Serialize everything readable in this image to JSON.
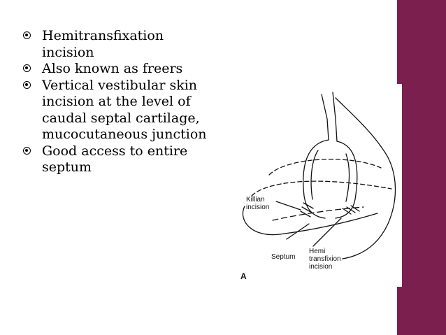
{
  "slide": {
    "accent_color": "#7b1f4f",
    "bullets": [
      {
        "icon": "target-bullet-icon",
        "lines": [
          "Hemitransfixation",
          "incision"
        ]
      },
      {
        "icon": "target-bullet-icon",
        "lines": [
          "Also known as freers"
        ]
      },
      {
        "icon": "target-bullet-icon",
        "lines": [
          "Vertical vestibular skin",
          "incision at the level of",
          "caudal septal cartilage,",
          "mucocutaneous junction"
        ]
      },
      {
        "icon": "target-bullet-icon",
        "lines": [
          "Good access to entire",
          "septum"
        ]
      }
    ]
  },
  "figure": {
    "labels": {
      "killian_line1": "Killian",
      "killian_line2": "incision",
      "septum": "Septum",
      "hemi_line1": "Hemi",
      "hemi_line2": "transfixion",
      "hemi_line3": "incision",
      "panel": "A"
    }
  }
}
